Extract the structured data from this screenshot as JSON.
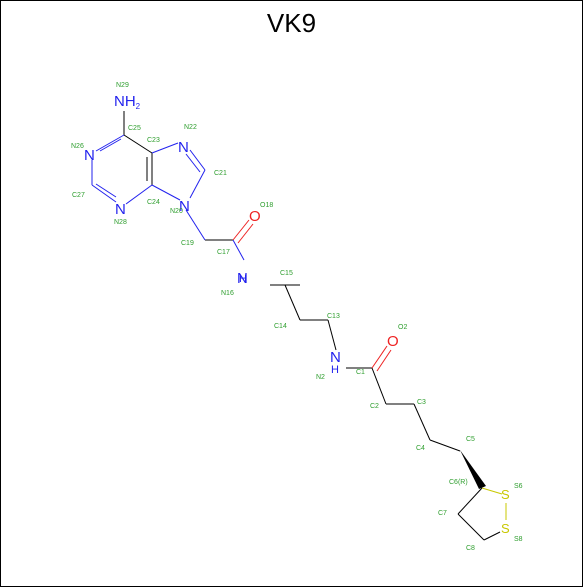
{
  "title": "VK9",
  "colors": {
    "carbon_bond": "#000000",
    "nitrogen": "#2222ee",
    "oxygen": "#ee2222",
    "sulfur": "#c8c800",
    "atom_label": "#2e9e2e",
    "background": "#ffffff",
    "border": "#000000"
  },
  "atoms": {
    "N29": "NH",
    "N29_sub": "2",
    "N26": "N",
    "N28": "N",
    "N22": "N",
    "N20": "N",
    "N16": "H",
    "N2": "H",
    "O18": "O",
    "O2": "O",
    "S6": "S",
    "S8": "S"
  },
  "labels": {
    "N29": "N29",
    "C25": "C25",
    "N26": "N26",
    "C23": "C23",
    "N22": "N22",
    "C21": "C21",
    "C27": "C27",
    "C24": "C24",
    "N28": "N28",
    "N20": "N20",
    "O18": "O18",
    "C19": "C19",
    "C17": "C17",
    "N16": "N16",
    "C15": "C15",
    "C14": "C14",
    "C13": "C13",
    "O2": "O2",
    "C1": "C1",
    "N2": "N2",
    "C2": "C2",
    "C3": "C3",
    "C4": "C4",
    "C5": "C5",
    "C6": "C6(R)",
    "S6": "S6",
    "C7": "C7",
    "S8": "S8",
    "C8": "C8"
  }
}
